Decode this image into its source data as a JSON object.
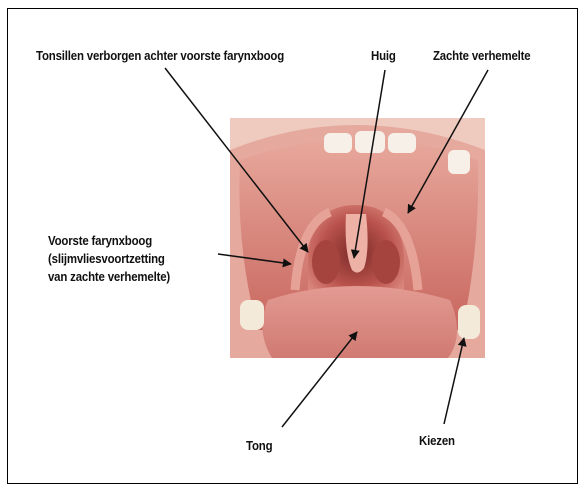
{
  "labels": {
    "tonsils": "Tonsillen verborgen achter voorste farynxboog",
    "uvula": "Huig",
    "soft_palate": "Zachte verhemelte",
    "arch": [
      "Voorste farynxboog",
      "(slijmvliesvoortzetting",
      "van zachte verhemelte)"
    ],
    "tongue": "Tong",
    "molars": "Kiezen"
  },
  "colors": {
    "border": "#000000",
    "arrow": "#111111",
    "mouth_dark": "#8a2f2a",
    "mouth_mid": "#c9605a",
    "lip": "#e3a49a",
    "tongue": "#d98a82",
    "teeth": "#f5efe6"
  }
}
